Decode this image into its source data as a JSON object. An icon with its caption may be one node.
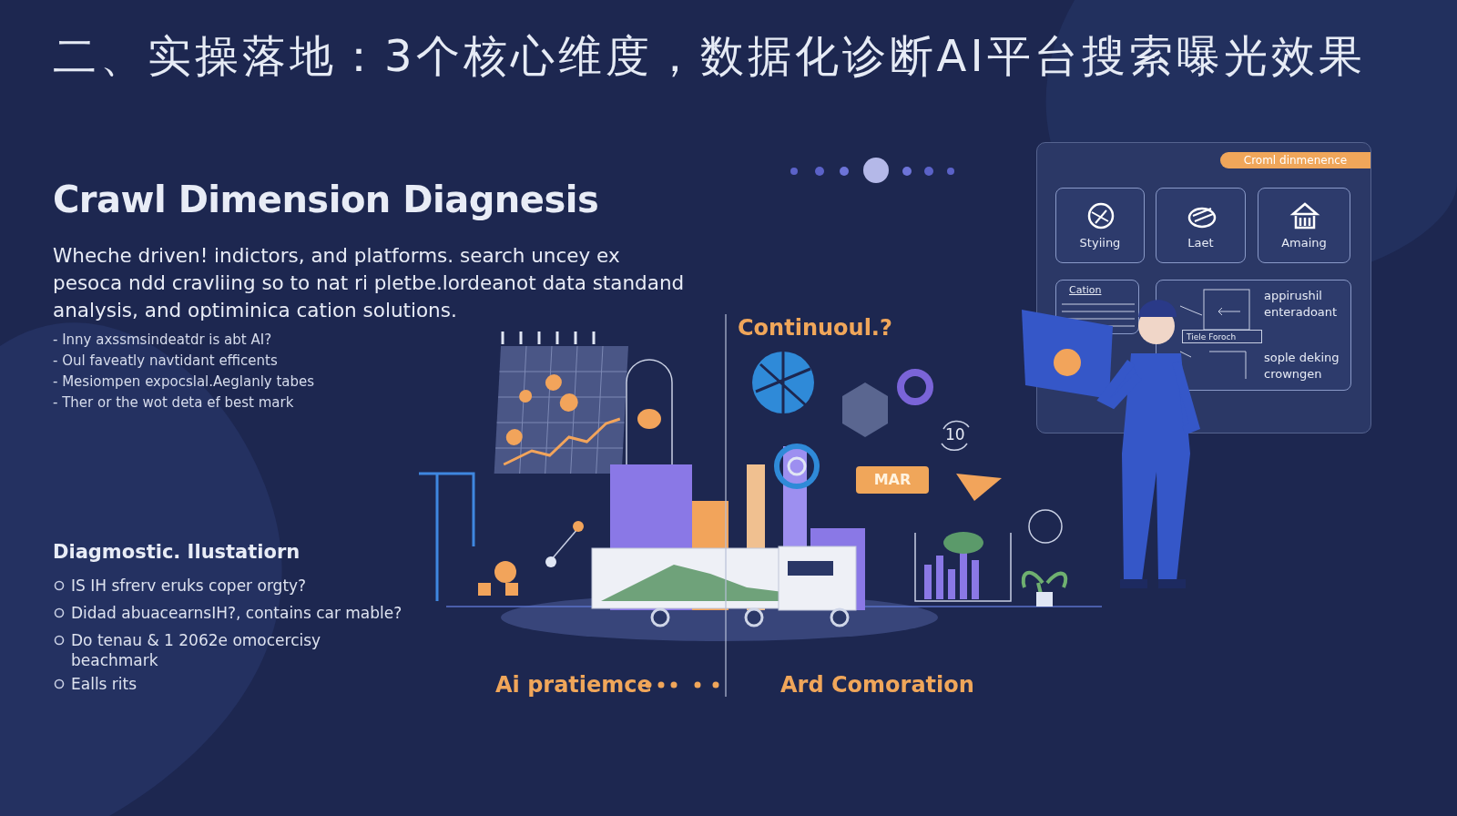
{
  "diagram": {
    "title": "二、实操落地：3个核心维度，数据化诊断AI平台搜索曝光效果",
    "nodes": [
      {
        "text": [
          "Croml dinmenence"
        ]
      },
      {
        "text": [
          "Styiing"
        ],
        "in": 0
      },
      {
        "text": [
          "Laet"
        ],
        "in": 0
      },
      {
        "text": [
          "Amaing"
        ],
        "in": 0
      },
      {
        "text": [
          "Cation"
        ],
        "in": 0
      },
      {
        "text": [
          "appirushil enteradoant",
          "Tiele Foroch",
          "sople deking crowngen"
        ],
        "in": 0
      }
    ],
    "labels": [
      "Crawl Dimension Diagnesis",
      "Wheche driven! indictors, and platforms. search uncey ex pesoca ndd cravliing so to nat ri pletbe.lordeanot data standand analysis, and optiminica cation solutions.",
      "- Inny axssmsindeatdr is abt AI?",
      "- Oul faveatly navtidant efficents",
      "- Mesiompen expocslal.Aeglanly tabes",
      "- Ther or the wot deta ef best mark",
      "Diagmostic. Ilustatiorn",
      "IS IH sfrerv eruks coper orgty?",
      "Didad abuacearnsIH?, contains car mable?",
      "Do tenau & 1 2062e omocercisy beachmark",
      "Ealls rits",
      "Continuoul.?",
      "10",
      "MAR",
      "Ai pratiemce",
      "Ard Comoration"
    ]
  }
}
